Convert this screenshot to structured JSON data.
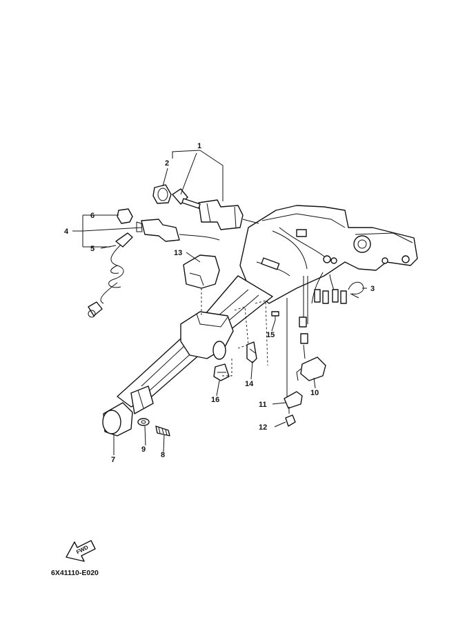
{
  "diagram": {
    "drawing_code": "6X41110-E020",
    "fwd_label": "FWD",
    "callouts": {
      "c1": "1",
      "c2": "2",
      "c3": "3",
      "c4": "4",
      "c5": "5",
      "c6": "6",
      "c7": "7",
      "c8": "8",
      "c9": "9",
      "c10": "10",
      "c11": "11",
      "c12": "12",
      "c13": "13",
      "c14": "14",
      "c15": "15",
      "c16": "16"
    }
  }
}
